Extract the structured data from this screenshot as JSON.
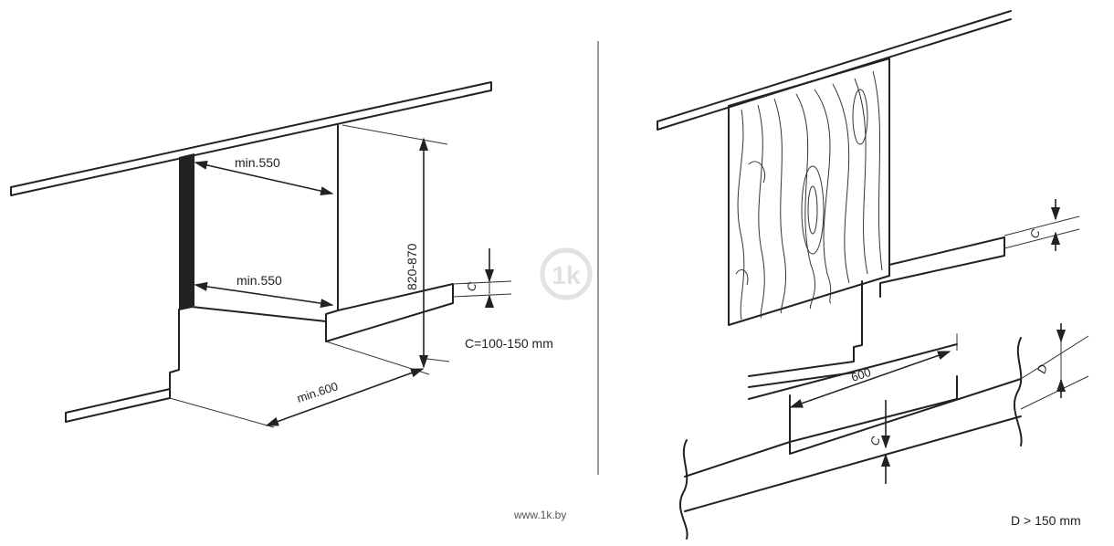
{
  "left_diagram": {
    "depth_top_label": "min.550",
    "depth_bottom_label": "min.550",
    "height_label": "820-870",
    "plinth_label": "C",
    "width_label": "min.600",
    "c_range_note": "C=100-150 mm"
  },
  "right_diagram": {
    "plinth_label_top": "C",
    "width_label": "600",
    "plinth_label_bottom": "C",
    "d_label": "D",
    "d_note": "D > 150 mm"
  },
  "watermark": {
    "logo_text": "1k",
    "url_text": "www.1k.by"
  }
}
